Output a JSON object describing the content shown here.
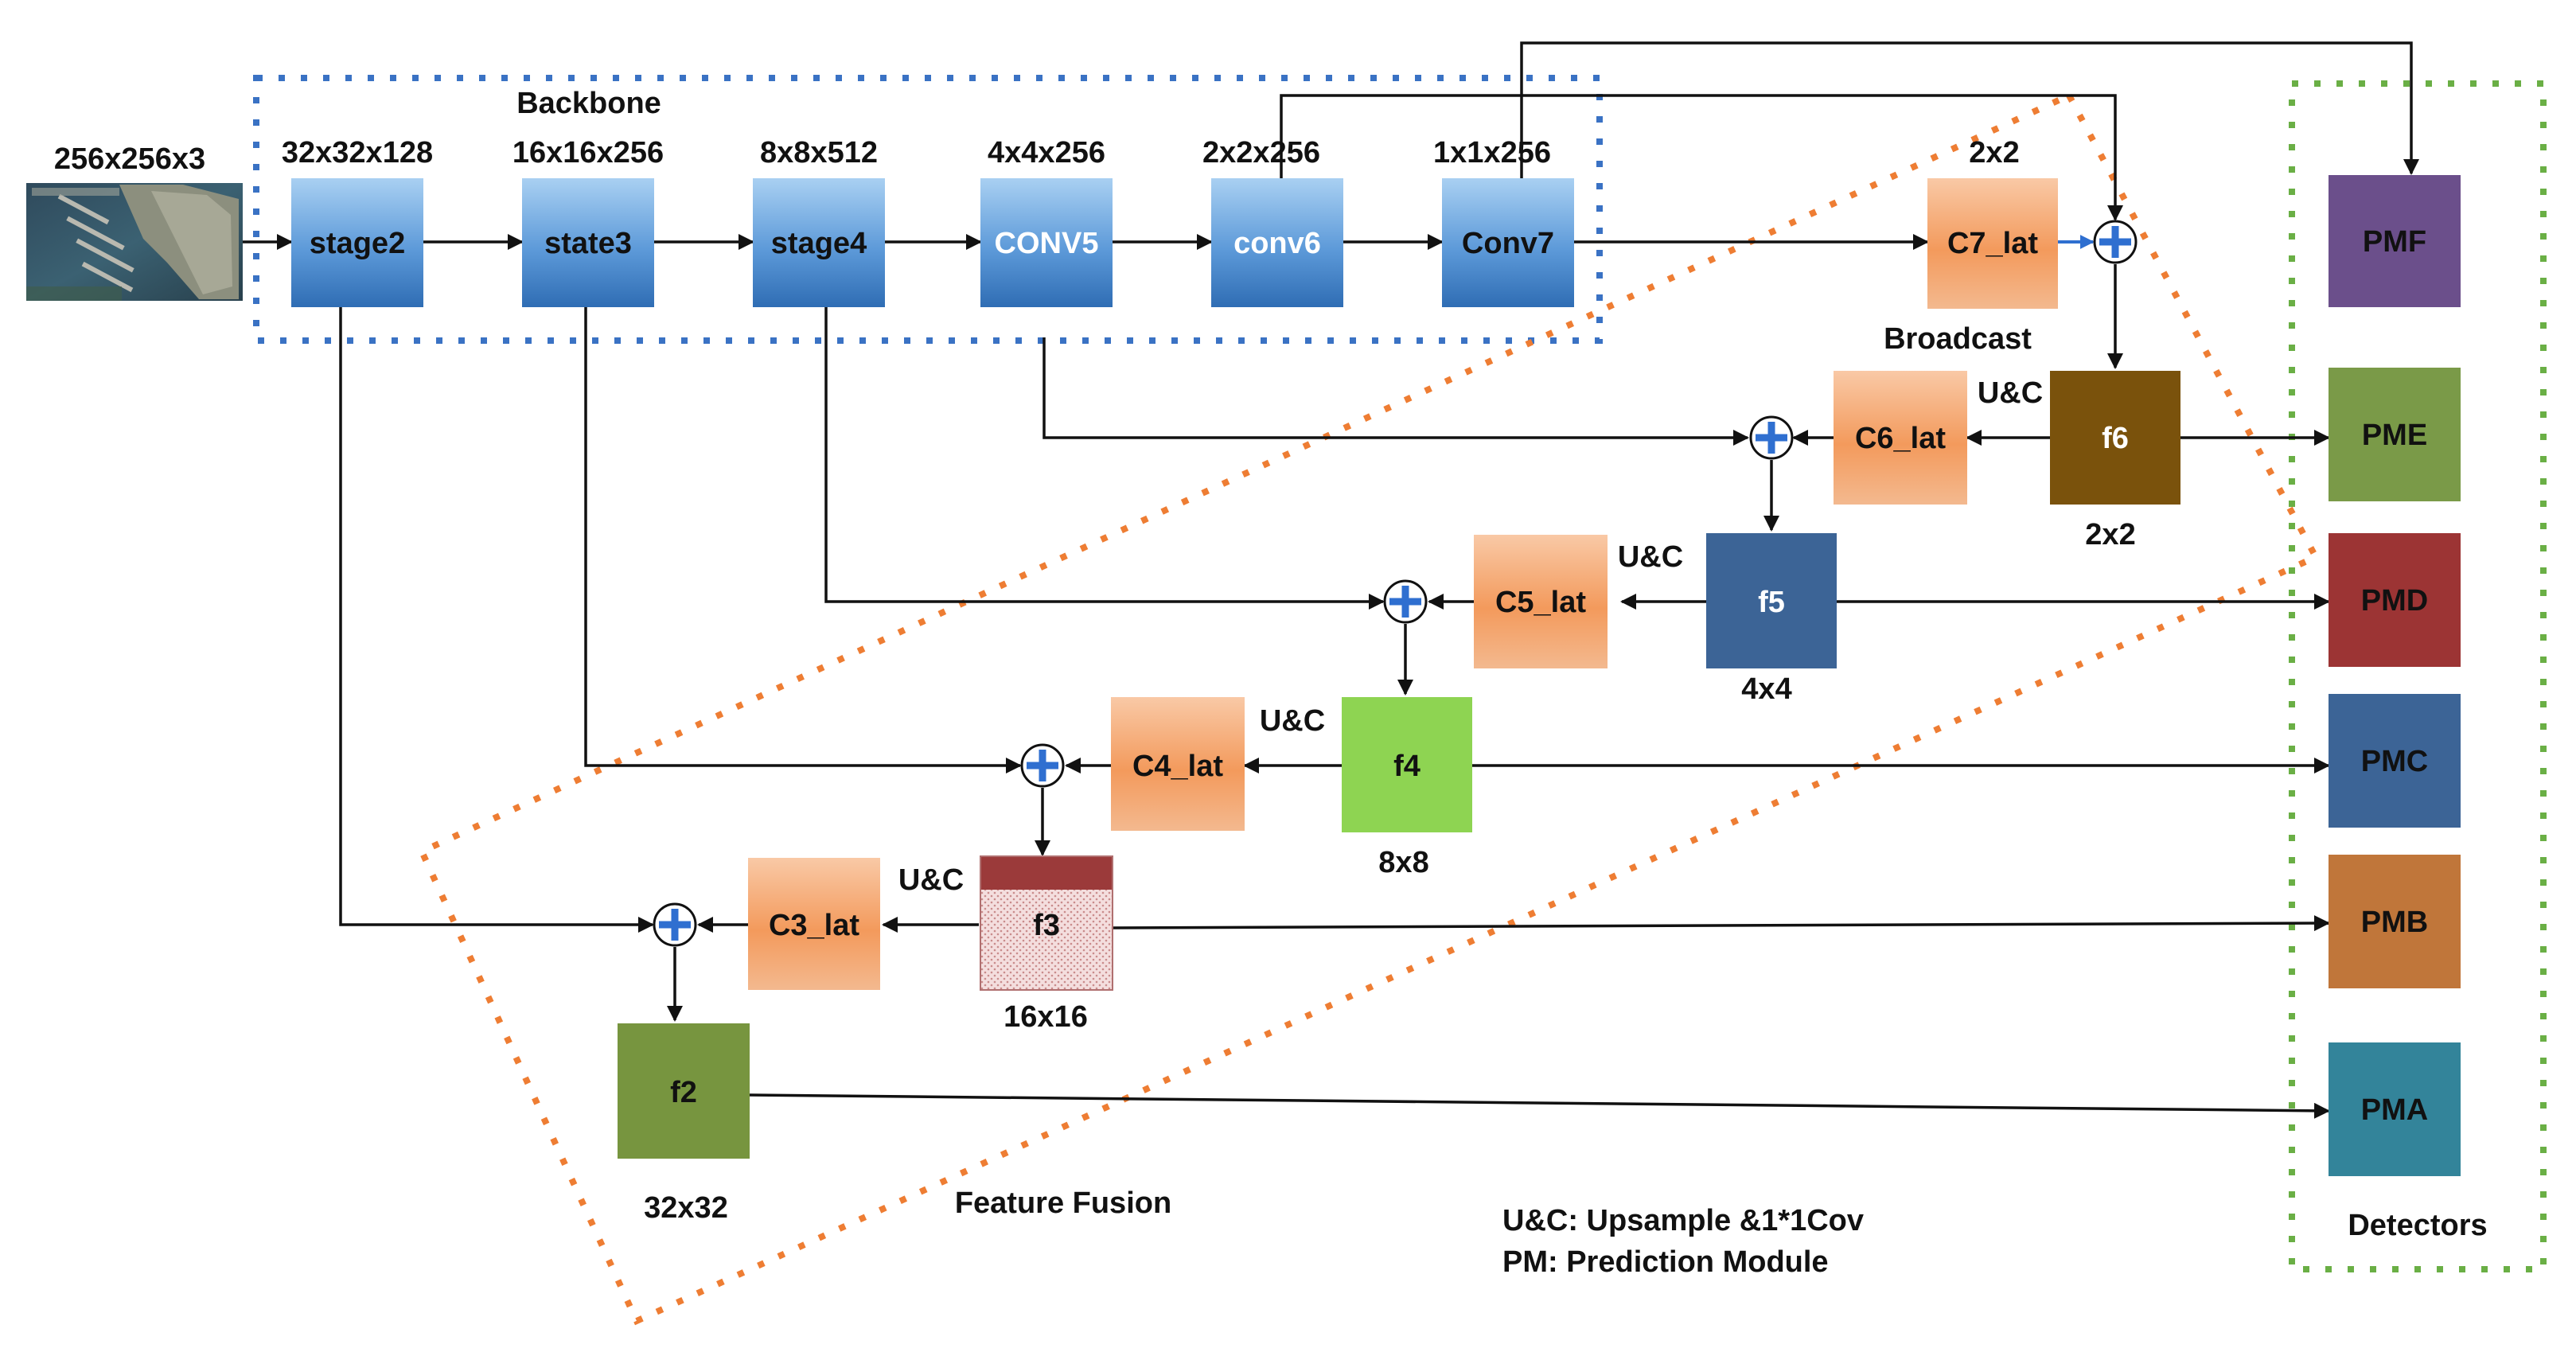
{
  "input": {
    "dim": "256x256x3",
    "image": "satellite-harbor-image"
  },
  "backbone": {
    "title": "Backbone",
    "stages": [
      {
        "label": "stage2",
        "dim": "32x32x128"
      },
      {
        "label": "state3",
        "dim": "16x16x256"
      },
      {
        "label": "stage4",
        "dim": "8x8x512"
      },
      {
        "label": "CONV5",
        "dim": "4x4x256"
      },
      {
        "label": "conv6",
        "dim": "2x2x256"
      },
      {
        "label": "Conv7",
        "dim": "1x1x256"
      }
    ]
  },
  "lateral": {
    "c7": {
      "label": "C7_lat",
      "dim": "2x2",
      "note": "Broadcast"
    },
    "c6": {
      "label": "C6_lat"
    },
    "c5": {
      "label": "C5_lat"
    },
    "c4": {
      "label": "C4_lat"
    },
    "c3": {
      "label": "C3_lat"
    }
  },
  "features": {
    "f6": {
      "label": "f6",
      "dim": "2x2"
    },
    "f5": {
      "label": "f5",
      "dim": "4x4"
    },
    "f4": {
      "label": "f4",
      "dim": "8x8"
    },
    "f3": {
      "label": "f3",
      "dim": "16x16"
    },
    "f2": {
      "label": "f2",
      "dim": "32x32"
    }
  },
  "upsample_label": "U&C",
  "feature_fusion_title": "Feature Fusion",
  "detectors": {
    "title": "Detectors",
    "modules": [
      {
        "label": "PMF",
        "color": "#6b4f8b"
      },
      {
        "label": "PME",
        "color": "#7a9a48"
      },
      {
        "label": "PMD",
        "color": "#9c3434"
      },
      {
        "label": "PMC",
        "color": "#3c6496"
      },
      {
        "label": "PMB",
        "color": "#c0763a"
      },
      {
        "label": "PMA",
        "color": "#33849a"
      }
    ]
  },
  "legend": {
    "line1": "U&C: Upsample &1*1Cov",
    "line2": "PM: Prediction Module"
  },
  "colors": {
    "backbone_box": "#3d84c8",
    "lateral_box": "#f08a45",
    "f6": "#7a520c",
    "f5": "#3c6496",
    "f4": "#8ed452",
    "f3_top": "#9b3a3a",
    "f2": "#77953f",
    "backbone_border": "#3a72c4",
    "fusion_border": "#ee7d33",
    "detector_border": "#6aaf45",
    "plus_fill": "#2f6fd0"
  }
}
